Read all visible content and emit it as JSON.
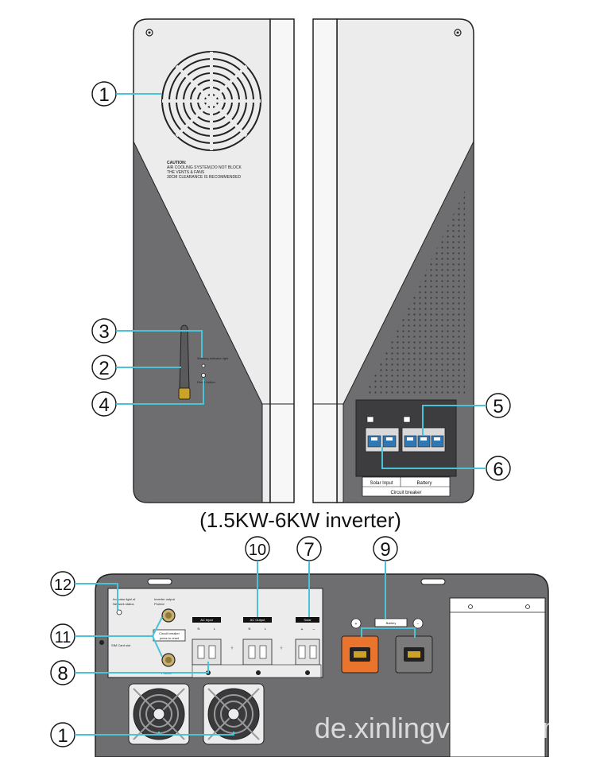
{
  "caption": "(1.5KW-6KW inverter)",
  "watermark": "de.xinlingvideo.com",
  "callouts": {
    "c1": "1",
    "c2": "2",
    "c3": "3",
    "c4": "4",
    "c5": "5",
    "c6": "6",
    "c7": "7",
    "c8": "8",
    "c9": "9",
    "c10": "10",
    "c11": "11",
    "c12": "12"
  },
  "left_panel": {
    "caution_title": "CAUTION:",
    "caution_line1": "AIR COOLING SYSTEM,DO NOT BLOCK",
    "caution_line2": "THE VENTS & FANS",
    "caution_line3": "30CM CLEARANCE IS RECOMMENDED",
    "indicator_label": "Working indicator light",
    "reset_label": "Reset button"
  },
  "right_panel": {
    "breaker_solar": "Solar Input",
    "breaker_battery": "Battery",
    "breaker_title": "Circuit breaker"
  },
  "bottom_panel": {
    "network_label_1": "Indicator light of",
    "network_label_2": "Network status",
    "sim_label": "SIM Card slot",
    "inverter_protect_1": "Inverter output",
    "inverter_protect_2": "Protect",
    "reset_label_1": "Circuit breaker",
    "reset_label_2": "press to reset",
    "bottom_protect": "Protect",
    "ac_input": "AC Input",
    "ac_output": "AC Output",
    "solar": "Solar",
    "n": "N",
    "l": "L",
    "plus": "+",
    "minus": "−",
    "battery": "Battery"
  },
  "colors": {
    "panel_dark": "#6e6e71",
    "panel_light": "#ececec",
    "outline": "#222222",
    "callout_line": "#49c3d8",
    "battery_plus": "#e8742e",
    "battery_minus": "#7a7a7a",
    "sticker_bg": "#ffffff"
  }
}
